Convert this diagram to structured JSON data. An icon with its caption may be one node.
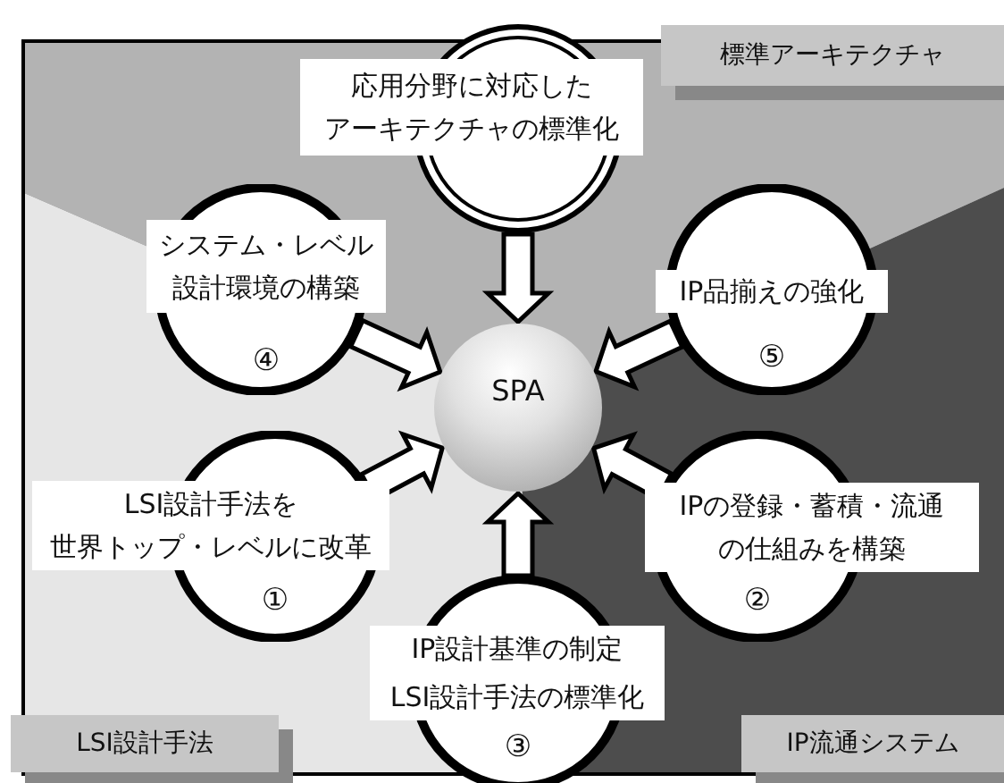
{
  "diagram": {
    "nodes": [
      {
        "text": [
          "応用分野に対応したアーキテクチャの標準化"
        ]
      },
      {
        "text": [
          "標準アーキテクチャ"
        ]
      },
      {
        "text": [
          "システム・レベル設計環境の構築",
          "④"
        ]
      },
      {
        "text": [
          "IP品揃えの強化",
          "⑤"
        ]
      },
      {
        "text": [
          "SPA"
        ]
      },
      {
        "text": [
          "LSI設計手法を世界トップ・レベルに改革",
          "①"
        ]
      },
      {
        "text": [
          "IPの登録・蓄積・流通の仕組みを構築",
          "②"
        ]
      },
      {
        "text": [
          "IP設計基準の制定",
          "LSI設計手法の標準化",
          "③"
        ]
      },
      {
        "text": [
          "LSI設計手法"
        ]
      },
      {
        "text": [
          "IP流通システム"
        ]
      }
    ],
    "edges": [
      {
        "from": 0,
        "to": 4,
        "arrow": "to"
      },
      {
        "from": 2,
        "to": 4,
        "arrow": "to"
      },
      {
        "from": 3,
        "to": 4,
        "arrow": "to"
      },
      {
        "from": 5,
        "to": 4,
        "arrow": "to"
      },
      {
        "from": 6,
        "to": 4,
        "arrow": "to"
      },
      {
        "from": 7,
        "to": 4,
        "arrow": "to"
      }
    ]
  }
}
